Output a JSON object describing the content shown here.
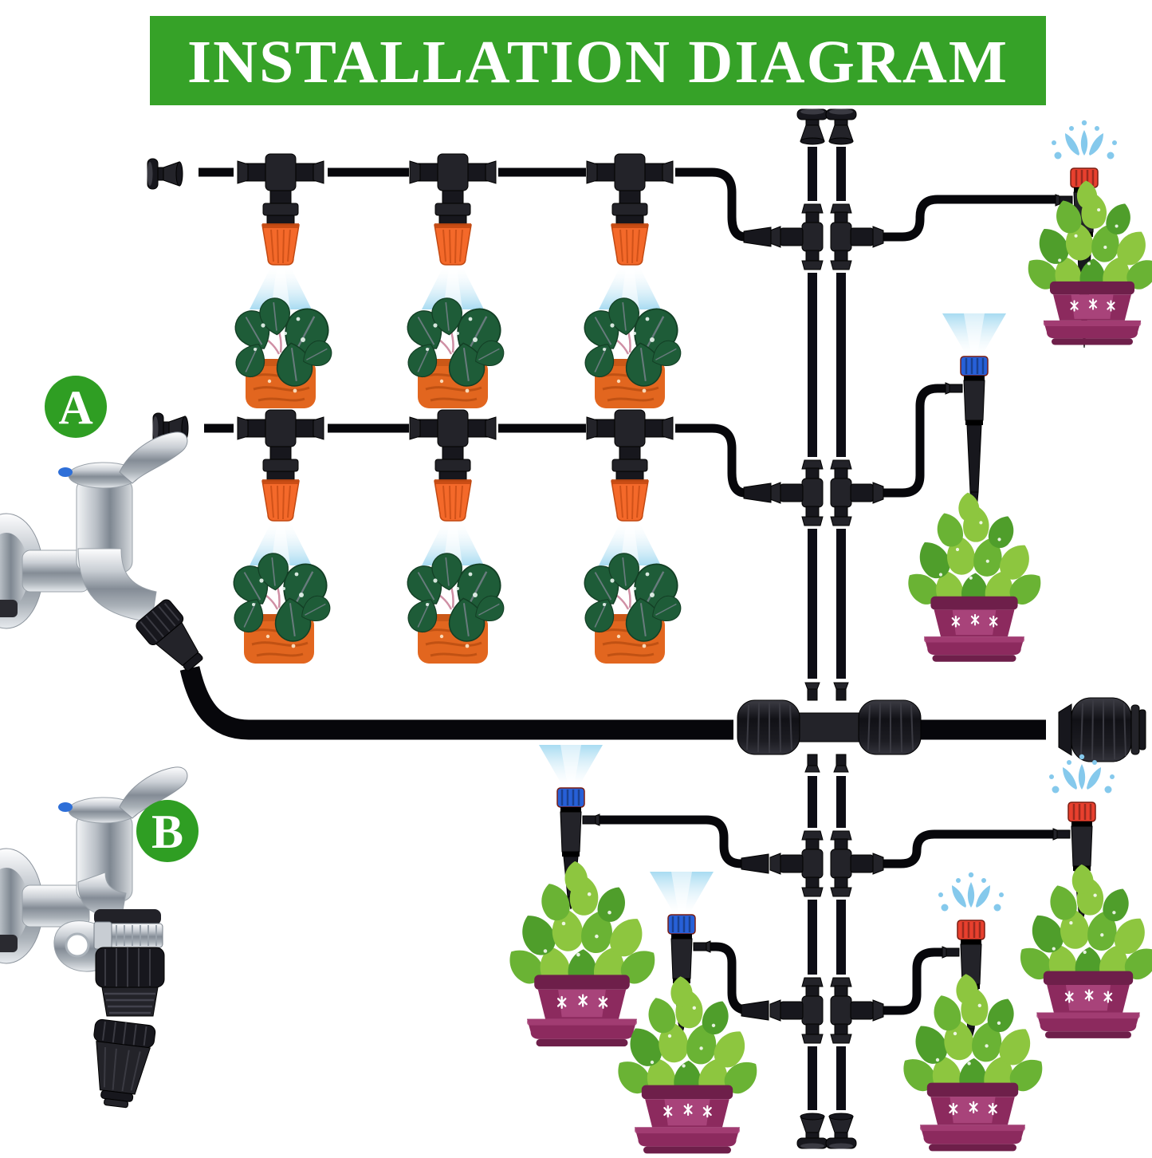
{
  "banner": {
    "title": "INSTALLATION DIAGRAM"
  },
  "faucets": {
    "a_label": "A",
    "b_label": "B",
    "a_description": "tap with quick connector and hose lock nut",
    "b_description": "tap with hose clamp, butterfly key, threaded adapter and loose lock nut"
  },
  "components": {
    "banner": "title-banner",
    "faucet_a": "faucet-a-icon",
    "faucet_b": "faucet-b-icon",
    "main_line": "main-supply-tube",
    "distribution_pipes": "twin-vertical-pipes",
    "mister": "orange-mist-nozzle-icon",
    "tee": "barbed-tee-connector-icon",
    "end_plug": "goof-plug-end-cap-icon",
    "manifold": "four-outlet-barrel-manifold-icon",
    "end_coupler": "barrel-end-lock-icon",
    "dripper_red": "red-fountain-dripper-icon",
    "dripper_blue": "blue-spray-dripper-icon",
    "plant_dark": "dark-houseplant-orange-pot-icon",
    "plant_light": "green-plant-purple-pot-icon",
    "spray_cone": "water-spray-cone-icon",
    "splash": "water-splash-icon"
  },
  "palette": {
    "banner-green": "#36a228",
    "badge-green": "#2f9e23",
    "tube-black": "#07070b",
    "pipe-black": "#0d0d15",
    "fitting-dark": "#17171d",
    "fitting-mid": "#232329",
    "orange-mister": "#f4692a",
    "orange-dark": "#c24912",
    "pot-orange": "#e2661f",
    "pot-orange-dark": "#b84c10",
    "leaf-dark": "#1e5c38",
    "leaf-dark-edge": "#133f25",
    "petiole": "#cf8fa4",
    "leaf-light": "#8dc63f",
    "leaf-mid": "#6ab334",
    "leaf-deep": "#4f9e2b",
    "pot-purple": "#8c2a5e",
    "pot-purple-light": "#a8437a",
    "pot-purple-dark": "#6e1f4a",
    "spray-blue": "#aadcf2",
    "splash-blue": "#85c9ec",
    "cap-red": "#e8402e",
    "cap-blue": "#2760d8"
  }
}
